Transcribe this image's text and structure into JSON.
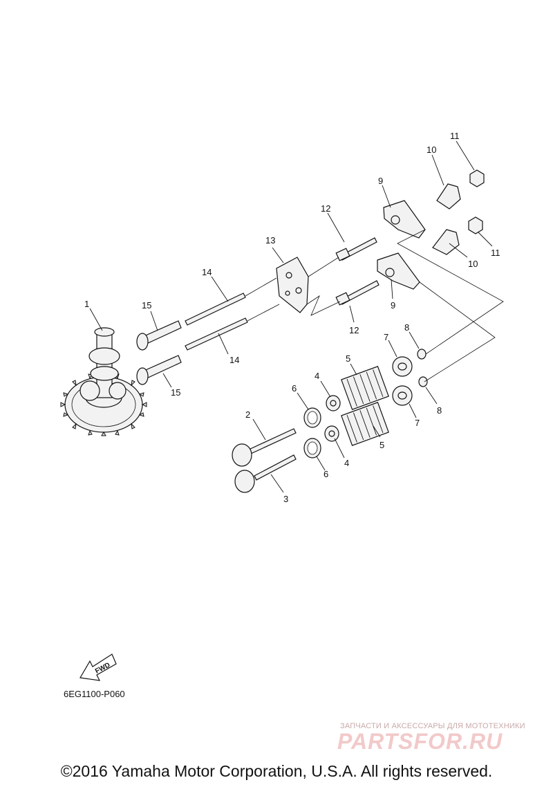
{
  "diagram": {
    "callouts": {
      "c1": "1",
      "c2": "2",
      "c3": "3",
      "c4a": "4",
      "c4b": "4",
      "c5a": "5",
      "c5b": "5",
      "c6a": "6",
      "c6b": "6",
      "c7a": "7",
      "c7b": "7",
      "c8a": "8",
      "c8b": "8",
      "c9a": "9",
      "c9b": "9",
      "c10a": "10",
      "c10b": "10",
      "c11a": "11",
      "c11b": "11",
      "c12a": "12",
      "c12b": "12",
      "c13": "13",
      "c14a": "14",
      "c14b": "14",
      "c15a": "15",
      "c15b": "15"
    },
    "fwd_label": "FWD",
    "doc_code": "6EG1100-P060"
  },
  "watermark": {
    "tagline": "ЗАПЧАСТИ И АКСЕССУАРЫ ДЛЯ МОТОТЕХНИКИ",
    "logo_text": "PARTSFOR.RU"
  },
  "copyright": "©2016 Yamaha Motor Corporation, U.S.A. All rights reserved."
}
